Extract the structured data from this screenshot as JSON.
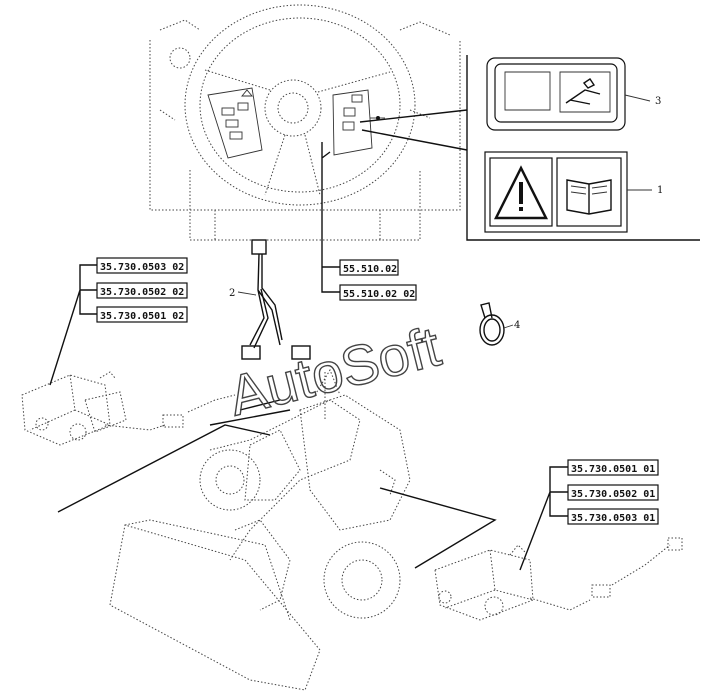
{
  "watermark": "AutoSoft",
  "callouts": {
    "c1": "1",
    "c2": "2",
    "c3": "3",
    "c4": "4"
  },
  "refs_left_valve": [
    "35.730.0503 02",
    "35.730.0502 02",
    "35.730.0501 02"
  ],
  "refs_center": [
    "55.510.02",
    "55.510.02 02"
  ],
  "refs_right_valve": [
    "35.730.0501 01",
    "35.730.0502 01",
    "35.730.0503 01"
  ],
  "icons": {
    "warning": "warning-triangle-icon",
    "manual": "open-book-icon",
    "switch": "hydraulic-switch-icon"
  }
}
